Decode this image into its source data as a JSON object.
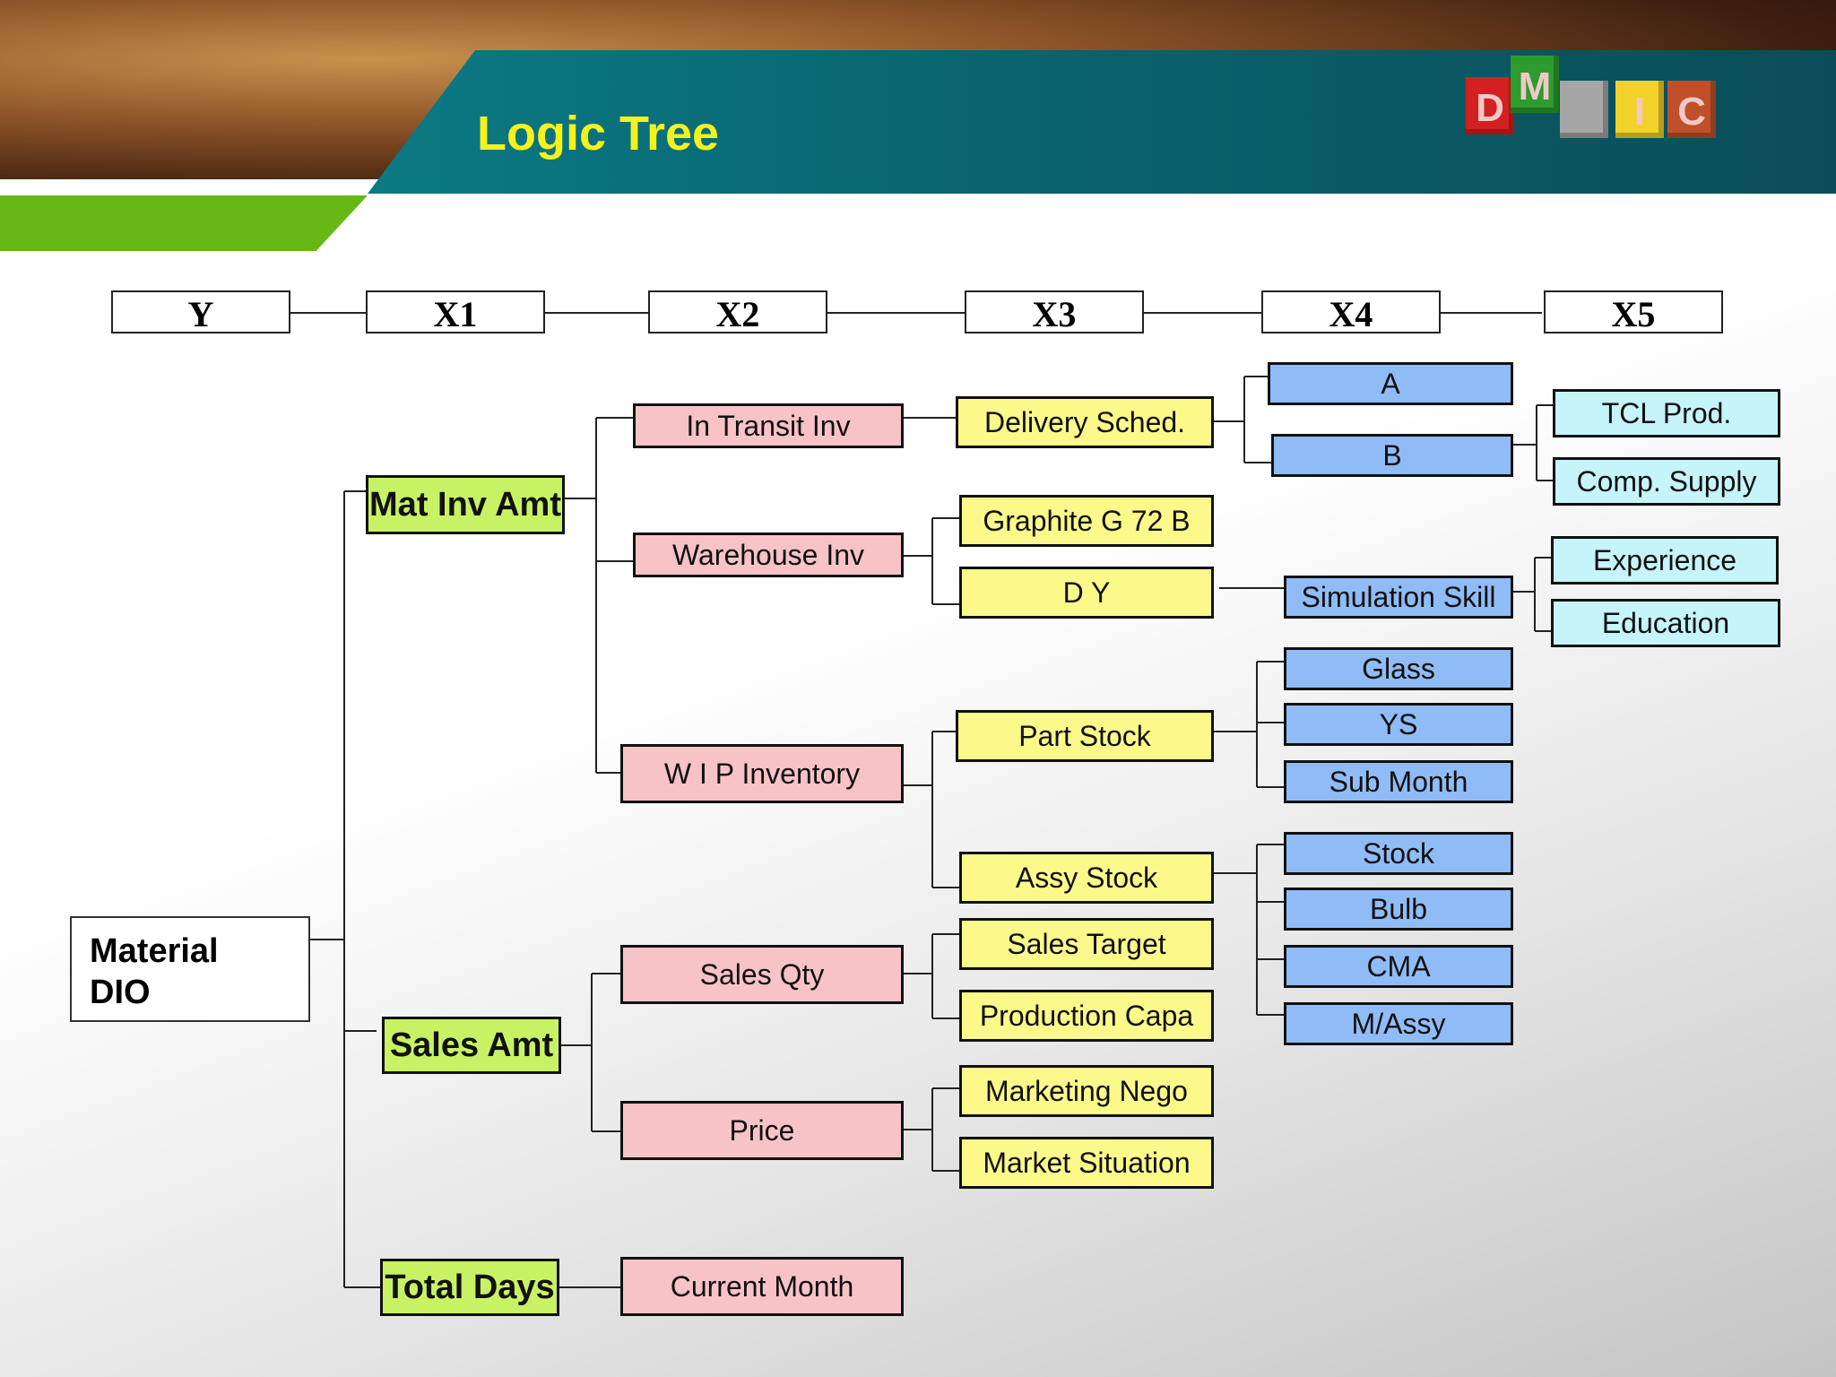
{
  "title": "Logic Tree",
  "logo": {
    "letters": [
      "D",
      "M",
      "",
      "I",
      "C"
    ],
    "colors": [
      "#d42020",
      "#2d9b2d",
      "#a6a6a6",
      "#f2d22a",
      "#c0502a"
    ]
  },
  "headers": [
    "Y",
    "X1",
    "X2",
    "X3",
    "X4",
    "X5"
  ],
  "root": {
    "line1": "Material",
    "line2": "DIO"
  },
  "x1": [
    "Mat Inv Amt",
    "Sales Amt",
    "Total Days"
  ],
  "x2": [
    "In Transit Inv",
    "Warehouse Inv",
    "W I P Inventory",
    "Sales Qty",
    "Price",
    "Current Month"
  ],
  "x3": [
    "Delivery Sched.",
    "Graphite G 72 B",
    "D Y",
    "Part Stock",
    "Assy Stock",
    "Sales Target",
    "Production Capa",
    "Marketing Nego",
    "Market Situation"
  ],
  "x4": [
    "A",
    "B",
    "Simulation Skill",
    "Glass",
    "YS",
    "Sub Month",
    "Stock",
    "Bulb",
    "CMA",
    "M/Assy"
  ],
  "x5": [
    "TCL Prod.",
    "Comp. Supply",
    "Experience",
    "Education"
  ]
}
